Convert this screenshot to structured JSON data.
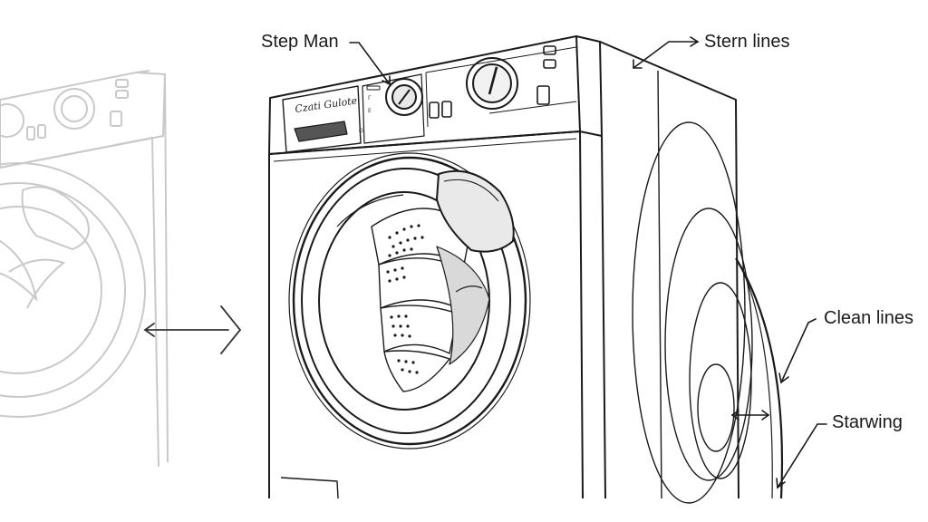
{
  "callouts": {
    "step_man": "Step Man",
    "stern_lines": "Stern lines",
    "clean_lines": "Clean lines",
    "starwing": "Starwing"
  },
  "panel": {
    "brand_text": "Czati Gulote",
    "mini_labels": [
      "Γ",
      "E",
      "Ω"
    ]
  },
  "colors": {
    "ink": "#1a1a1a",
    "ghost": "#c9c9c9",
    "background": "#ffffff"
  }
}
